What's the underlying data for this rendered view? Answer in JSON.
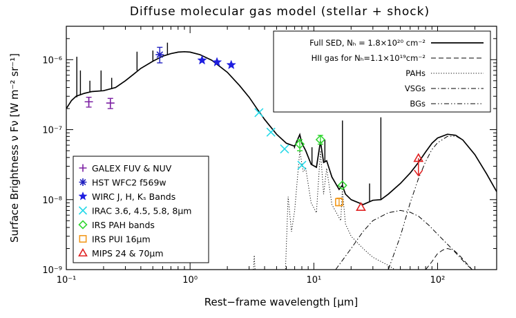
{
  "chart_data": {
    "type": "line",
    "title": "Diffuse molecular gas model (stellar + shock)",
    "xlabel": "Rest−frame wavelength [μm]",
    "ylabel": "Surface Brightness ν Fν [W m⁻² sr⁻¹]",
    "xscale": "log",
    "yscale": "log",
    "xlim": [
      0.1,
      300
    ],
    "ylim": [
      1e-09,
      3e-06
    ],
    "x_ticks": [
      {
        "v": 0.1,
        "label": "10⁻¹"
      },
      {
        "v": 1,
        "label": "10⁰"
      },
      {
        "v": 10,
        "label": "10¹"
      },
      {
        "v": 100,
        "label": "10²"
      }
    ],
    "y_ticks": [
      {
        "v": 1e-09,
        "label": "10⁻⁹"
      },
      {
        "v": 1e-08,
        "label": "10⁻⁸"
      },
      {
        "v": 1e-07,
        "label": "10⁻⁷"
      },
      {
        "v": 1e-06,
        "label": "10⁻⁶"
      }
    ],
    "grid": false,
    "model_legend_position": "top-right",
    "data_legend_position": "bottom-left",
    "model_legend": [
      {
        "label": "Full SED, Nₕ = 1.8×10²⁰ cm⁻²",
        "dash": "solid"
      },
      {
        "label": "HII gas for Nₕ=1.1×10¹⁹cm⁻²",
        "dash": "dashed"
      },
      {
        "label": "PAHs",
        "dash": "dotted"
      },
      {
        "label": "VSGs",
        "dash": "dashdot"
      },
      {
        "label": "BGs",
        "dash": "dashdotdot"
      }
    ],
    "series": [
      {
        "name": "Full SED, Nₕ = 1.8×10²⁰ cm⁻²",
        "style": "solid",
        "points": [
          [
            0.1,
            2e-07
          ],
          [
            0.11,
            2.6e-07
          ],
          [
            0.12,
            3e-07
          ],
          [
            0.14,
            3.3e-07
          ],
          [
            0.16,
            3.5e-07
          ],
          [
            0.2,
            3.6e-07
          ],
          [
            0.25,
            4e-07
          ],
          [
            0.3,
            5e-07
          ],
          [
            0.35,
            6.2e-07
          ],
          [
            0.4,
            7.5e-07
          ],
          [
            0.5,
            9.5e-07
          ],
          [
            0.6,
            1.12e-06
          ],
          [
            0.7,
            1.22e-06
          ],
          [
            0.8,
            1.28e-06
          ],
          [
            0.9,
            1.3e-06
          ],
          [
            1.0,
            1.28e-06
          ],
          [
            1.2,
            1.18e-06
          ],
          [
            1.5,
            9.8e-07
          ],
          [
            2.0,
            6.6e-07
          ],
          [
            2.5,
            4.3e-07
          ],
          [
            3.0,
            2.9e-07
          ],
          [
            3.5,
            1.95e-07
          ],
          [
            4.0,
            1.4e-07
          ],
          [
            5.0,
            8.6e-08
          ],
          [
            6.0,
            6.4e-08
          ],
          [
            7.0,
            5.8e-08
          ],
          [
            7.7,
            8.5e-08
          ],
          [
            8.0,
            6.4e-08
          ],
          [
            8.6,
            5e-08
          ],
          [
            9.5,
            3.2e-08
          ],
          [
            10.5,
            2.9e-08
          ],
          [
            11.3,
            6.8e-08
          ],
          [
            12.0,
            3.4e-08
          ],
          [
            12.7,
            3.6e-08
          ],
          [
            14.0,
            2.1e-08
          ],
          [
            16.0,
            1.4e-08
          ],
          [
            17.0,
            1.6e-08
          ],
          [
            18.0,
            1.2e-08
          ],
          [
            20.0,
            1e-08
          ],
          [
            25.0,
            8.5e-09
          ],
          [
            30.0,
            9.8e-09
          ],
          [
            34.8,
            1e-08
          ],
          [
            40.0,
            1.2e-08
          ],
          [
            50.0,
            1.7e-08
          ],
          [
            60.0,
            2.4e-08
          ],
          [
            70.0,
            3.4e-08
          ],
          [
            80.0,
            4.8e-08
          ],
          [
            90.0,
            6.4e-08
          ],
          [
            100.0,
            7.6e-08
          ],
          [
            120.0,
            8.6e-08
          ],
          [
            140.0,
            8.3e-08
          ],
          [
            160.0,
            7.1e-08
          ],
          [
            200.0,
            4.4e-08
          ],
          [
            250.0,
            2.3e-08
          ],
          [
            300.0,
            1.3e-08
          ]
        ]
      },
      {
        "name": "HII gas for Nₕ=1.1×10¹⁹cm⁻²",
        "style": "dashed",
        "points": [
          [
            80,
            1e-09
          ],
          [
            90,
            1.3e-09
          ],
          [
            100,
            1.7e-09
          ],
          [
            110,
            1.9e-09
          ],
          [
            120,
            2e-09
          ],
          [
            135,
            1.9e-09
          ],
          [
            150,
            1.6e-09
          ],
          [
            170,
            1.25e-09
          ],
          [
            190,
            1e-09
          ]
        ]
      },
      {
        "name": "PAHs",
        "style": "dotted",
        "points": [
          [
            3.25,
            1e-09
          ],
          [
            3.3,
            1.6e-09
          ],
          [
            3.35,
            1e-09
          ],
          [
            5.9,
            1e-09
          ],
          [
            6.2,
            1.1e-08
          ],
          [
            6.6,
            3.5e-09
          ],
          [
            7.0,
            7e-09
          ],
          [
            7.7,
            5e-08
          ],
          [
            8.2,
            2.5e-08
          ],
          [
            8.6,
            2.8e-08
          ],
          [
            9.5,
            9e-09
          ],
          [
            10.5,
            6.5e-09
          ],
          [
            11.3,
            5e-08
          ],
          [
            12.0,
            1.2e-08
          ],
          [
            12.7,
            2.8e-08
          ],
          [
            14.0,
            8.5e-09
          ],
          [
            16.5,
            5e-09
          ],
          [
            17.0,
            1.4e-08
          ],
          [
            18.0,
            4.5e-09
          ],
          [
            20.0,
            3e-09
          ],
          [
            25.0,
            2e-09
          ],
          [
            30.0,
            1.5e-09
          ],
          [
            40.0,
            1.15e-09
          ],
          [
            45.0,
            1e-09
          ]
        ]
      },
      {
        "name": "VSGs",
        "style": "dashdot",
        "points": [
          [
            15,
            1e-09
          ],
          [
            20,
            2e-09
          ],
          [
            25,
            3.5e-09
          ],
          [
            30,
            5e-09
          ],
          [
            40,
            6.5e-09
          ],
          [
            50,
            7e-09
          ],
          [
            60,
            6.6e-09
          ],
          [
            70,
            5.8e-09
          ],
          [
            85,
            4.3e-09
          ],
          [
            100,
            3.2e-09
          ],
          [
            130,
            2e-09
          ],
          [
            170,
            1.2e-09
          ],
          [
            190,
            1e-09
          ]
        ]
      },
      {
        "name": "BGs",
        "style": "dashdotdot",
        "points": [
          [
            40,
            1e-09
          ],
          [
            50,
            3e-09
          ],
          [
            60,
            9e-09
          ],
          [
            70,
            2e-08
          ],
          [
            80,
            3.5e-08
          ],
          [
            90,
            5.2e-08
          ],
          [
            100,
            6.5e-08
          ],
          [
            120,
            8e-08
          ],
          [
            140,
            8.1e-08
          ],
          [
            160,
            7.1e-08
          ],
          [
            200,
            4.4e-08
          ],
          [
            250,
            2.3e-08
          ],
          [
            300,
            1.3e-08
          ]
        ]
      }
    ],
    "spikes": [
      {
        "x": 0.1216,
        "top": 1.1e-06,
        "base": 2.9e-07
      },
      {
        "x": 0.13,
        "top": 7e-07,
        "base": 3.1e-07
      },
      {
        "x": 0.155,
        "top": 5e-07,
        "base": 3.45e-07
      },
      {
        "x": 0.1909,
        "top": 7e-07,
        "base": 3.6e-07
      },
      {
        "x": 0.2326,
        "top": 5.5e-07,
        "base": 3.9e-07
      },
      {
        "x": 0.3727,
        "top": 1.3e-06,
        "base": 7e-07
      },
      {
        "x": 0.5007,
        "top": 1.35e-06,
        "base": 9.5e-07
      },
      {
        "x": 0.6563,
        "top": 1.75e-06,
        "base": 1.18e-06
      },
      {
        "x": 6.98,
        "top": 5.4e-08,
        "base": 6e-08
      },
      {
        "x": 9.66,
        "top": 5.6e-08,
        "base": 3.2e-08
      },
      {
        "x": 12.28,
        "top": 7.2e-08,
        "base": 3.4e-08
      },
      {
        "x": 15.55,
        "top": 1.6e-08,
        "base": 1.5e-08
      },
      {
        "x": 17.03,
        "top": 1.35e-07,
        "base": 1.6e-08
      },
      {
        "x": 28.2,
        "top": 1.7e-08,
        "base": 9.5e-09
      },
      {
        "x": 34.8,
        "top": 1.5e-07,
        "base": 1e-08
      }
    ],
    "data_legend": [
      {
        "label": "GALEX FUV & NUV",
        "marker": "plus",
        "color": "#7b1fa2"
      },
      {
        "label": "HST WFC2 f569w",
        "marker": "asterisk",
        "color": "#2020c0"
      },
      {
        "label": "WIRC J, H, Kₛ Bands",
        "marker": "star",
        "color": "#1e1ee0"
      },
      {
        "label": "IRAC 3.6, 4.5, 5.8, 8μm",
        "marker": "cross",
        "color": "#26d9e8"
      },
      {
        "label": "IRS PAH bands",
        "marker": "diamond",
        "color": "#33d633"
      },
      {
        "label": "IRS PUI 16μm",
        "marker": "square",
        "color": "#f29a1f"
      },
      {
        "label": "MIPS 24 & 70μm",
        "marker": "triangle",
        "color": "#e01f1f"
      }
    ],
    "observations": [
      {
        "name": "GALEX FUV & NUV",
        "marker": "plus",
        "color": "#7b1fa2",
        "points": [
          {
            "x": 0.152,
            "y": 2.5e-07,
            "ylo": 2.1e-07,
            "yhi": 2.9e-07
          },
          {
            "x": 0.227,
            "y": 2.4e-07,
            "ylo": 2e-07,
            "yhi": 2.8e-07
          }
        ]
      },
      {
        "name": "HST WFC2 f569w",
        "marker": "asterisk",
        "color": "#2020c0",
        "points": [
          {
            "x": 0.569,
            "y": 1.18e-06,
            "ylo": 9e-07,
            "yhi": 1.5e-06
          }
        ]
      },
      {
        "name": "WIRC J, H, Kₛ Bands",
        "marker": "star",
        "color": "#1e1ee0",
        "points": [
          {
            "x": 1.25,
            "y": 9.8e-07
          },
          {
            "x": 1.65,
            "y": 9.2e-07
          },
          {
            "x": 2.15,
            "y": 8.4e-07
          }
        ]
      },
      {
        "name": "IRAC 3.6, 4.5, 5.8, 8μm",
        "marker": "cross",
        "color": "#26d9e8",
        "points": [
          {
            "x": 3.6,
            "y": 1.75e-07
          },
          {
            "x": 4.5,
            "y": 9.2e-08
          },
          {
            "x": 5.8,
            "y": 5.3e-08
          },
          {
            "x": 8.0,
            "y": 3.1e-08
          }
        ]
      },
      {
        "name": "IRS PAH bands",
        "marker": "diamond",
        "color": "#33d633",
        "points": [
          {
            "x": 7.7,
            "y": 6.2e-08,
            "ylo": 5e-08,
            "yhi": 7.2e-08
          },
          {
            "x": 11.3,
            "y": 7.2e-08,
            "ylo": 6.2e-08,
            "yhi": 8.3e-08
          },
          {
            "x": 17.0,
            "y": 1.6e-08
          }
        ]
      },
      {
        "name": "IRS PUI 16μm",
        "marker": "square",
        "color": "#f29a1f",
        "points": [
          {
            "x": 16.0,
            "y": 9.2e-09,
            "ylo": 8.2e-09,
            "yhi": 1.05e-08
          }
        ]
      },
      {
        "name": "MIPS 24 & 70μm",
        "marker": "triangle",
        "color": "#e01f1f",
        "points": [
          {
            "x": 24.0,
            "y": 7.8e-09
          },
          {
            "x": 70.0,
            "y": 3.9e-08,
            "upper_limit": 2.2e-08
          }
        ]
      }
    ]
  }
}
